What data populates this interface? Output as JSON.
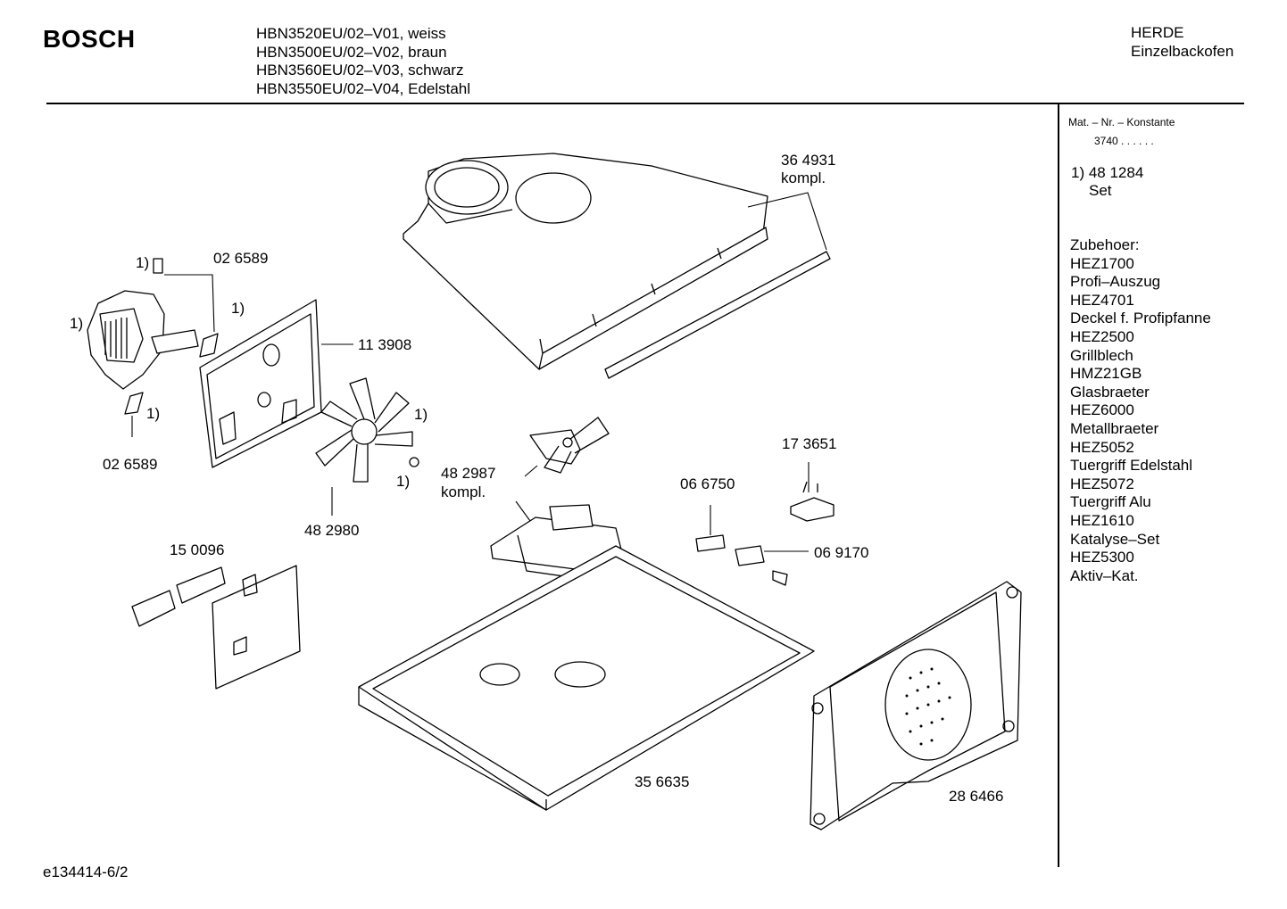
{
  "header": {
    "brand": "BOSCH",
    "models": [
      "HBN3520EU/02–V01, weiss",
      "HBN3500EU/02–V02, braun",
      "HBN3560EU/02–V03, schwarz",
      "HBN3550EU/02–V04, Edelstahl"
    ],
    "category": [
      "HERDE",
      "Einzelbackofen"
    ]
  },
  "sidebar": {
    "mat_label": "Mat. – Nr. – Konstante",
    "mat_value": "3740  .  .    .  .  .  .",
    "note_number": "1) 48 1284",
    "note_text": "Set",
    "accessories_title": "Zubehoer:",
    "accessories": [
      "HEZ1700",
      "Profi–Auszug",
      "HEZ4701",
      "Deckel f. Profipfanne",
      "HEZ2500",
      "Grillblech",
      "HMZ21GB",
      "Glasbraeter",
      "HEZ6000",
      "Metallbraeter",
      "HEZ5052",
      "Tuergriff Edelstahl",
      "HEZ5072",
      "Tuergriff Alu",
      "HEZ1610",
      "Katalyse–Set",
      "HEZ5300",
      "Aktiv–Kat."
    ]
  },
  "callouts": {
    "p364931": "36 4931",
    "p364931_sub": "kompl.",
    "p026589_top": "02 6589",
    "p026589_bottom": "02 6589",
    "p113908": "11 3908",
    "p482980": "48 2980",
    "p482987": "48 2987",
    "p482987_sub": "kompl.",
    "p173651": "17 3651",
    "p066750": "06 6750",
    "p069170": "06 9170",
    "p150096": "15 0096",
    "p356635": "35 6635",
    "p286466": "28 6466",
    "note_marker": "1)"
  },
  "footer": {
    "doc_id": "e134414-6/2"
  }
}
